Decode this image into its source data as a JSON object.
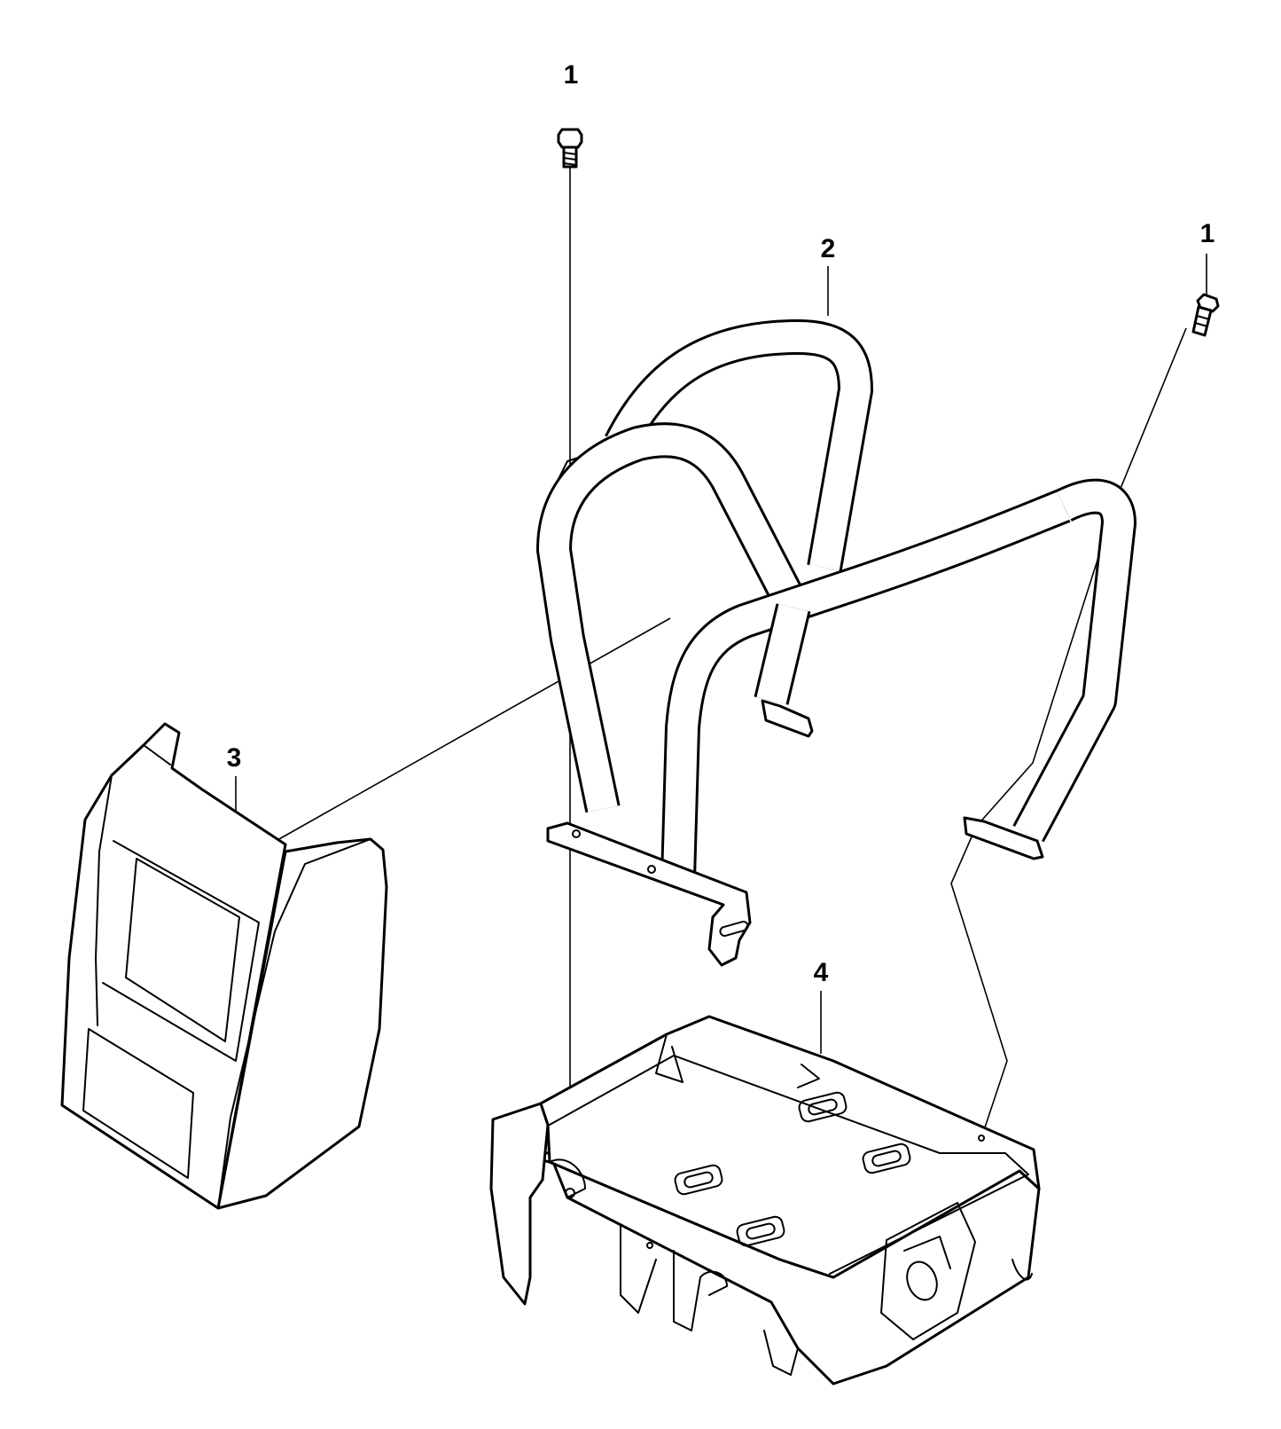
{
  "callouts": {
    "bolt_left": "1",
    "bolt_right": "1",
    "frame": "2",
    "cover": "3",
    "base": "4"
  },
  "colors": {
    "line": "#000000",
    "background": "#ffffff"
  }
}
